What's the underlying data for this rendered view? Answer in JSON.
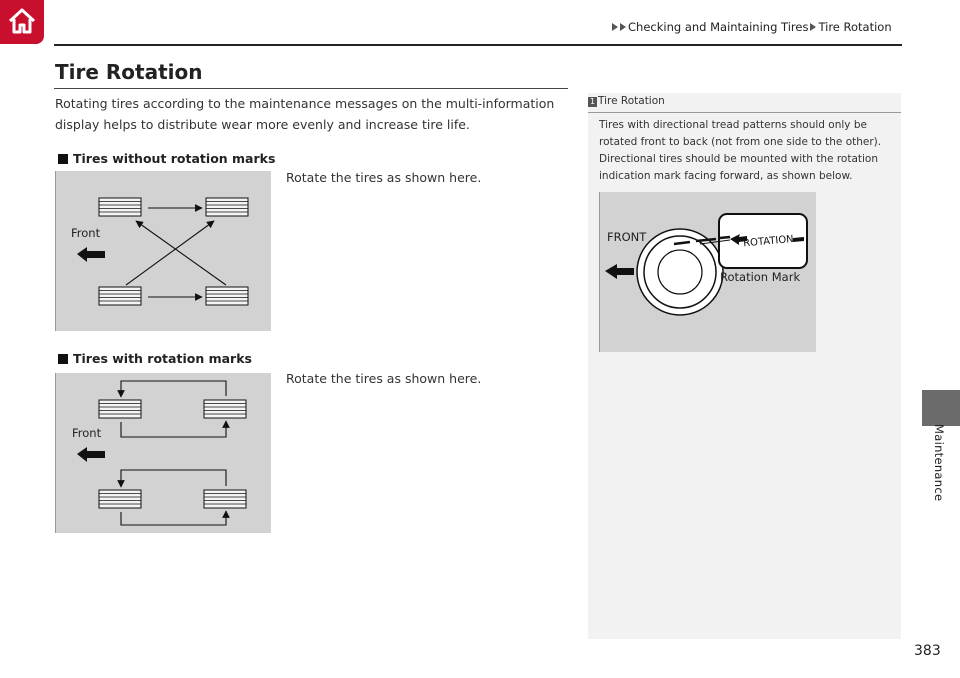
{
  "header": {
    "breadcrumb": [
      "Checking and Maintaining Tires",
      "Tire Rotation"
    ]
  },
  "sidebar": {
    "section_label": "Maintenance"
  },
  "page": {
    "title": "Tire Rotation",
    "intro": "Rotating tires according to the maintenance messages on the multi-information display helps to distribute wear more evenly and increase tire life.",
    "number": "383"
  },
  "sections": [
    {
      "heading": "Tires without rotation marks",
      "description": "Rotate the tires as shown here.",
      "front_label": "Front"
    },
    {
      "heading": "Tires with rotation marks",
      "description": "Rotate the tires as shown here.",
      "front_label": "Front"
    }
  ],
  "note": {
    "index": "1",
    "title": "Tire Rotation",
    "text": "Tires with directional tread patterns should only be rotated front to back (not from one side to the other). Directional tires should be mounted with the rotation indication mark facing forward, as shown below.",
    "figure": {
      "front_label": "FRONT",
      "mark_text": "ROTATION",
      "caption": "Rotation Mark"
    }
  }
}
